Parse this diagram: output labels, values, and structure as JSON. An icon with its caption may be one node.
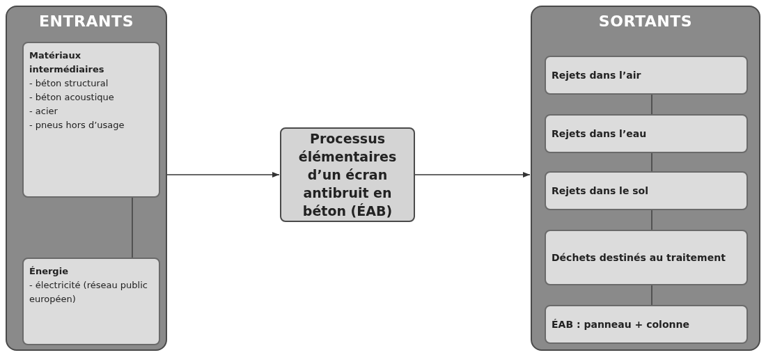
{
  "diagram": {
    "nodes": [
      {
        "text": [
          "ENTRANTS"
        ]
      },
      {
        "text": [
          "Matériaux intermédiaires",
          "- béton structural",
          "- béton acoustique",
          "- acier",
          "- pneus hors d’usage"
        ],
        "in": 0
      },
      {
        "text": [
          "Énergie",
          "- électricité (réseau public européen)"
        ],
        "in": 0
      },
      {
        "text": [
          "Processus élémentaires d’un écran antibruit en béton (ÉAB)"
        ]
      },
      {
        "text": [
          "SORTANTS"
        ]
      },
      {
        "text": [
          "Rejets dans l’air"
        ],
        "in": 4
      },
      {
        "text": [
          "Rejets dans l’eau"
        ],
        "in": 4
      },
      {
        "text": [
          "Rejets dans le sol"
        ],
        "in": 4
      },
      {
        "text": [
          "Déchets destinés au traitement"
        ],
        "in": 4
      },
      {
        "text": [
          "ÉAB : panneau + colonne"
        ],
        "in": 4
      }
    ],
    "edges": [
      {
        "from": 1,
        "to": 2,
        "arrow": "none"
      },
      {
        "from": 0,
        "to": 3,
        "arrow": "to"
      },
      {
        "from": 3,
        "to": 4,
        "arrow": "to"
      },
      {
        "from": 5,
        "to": 6,
        "arrow": "none"
      },
      {
        "from": 6,
        "to": 7,
        "arrow": "none"
      },
      {
        "from": 7,
        "to": 8,
        "arrow": "none"
      },
      {
        "from": 8,
        "to": 9,
        "arrow": "none"
      }
    ]
  }
}
